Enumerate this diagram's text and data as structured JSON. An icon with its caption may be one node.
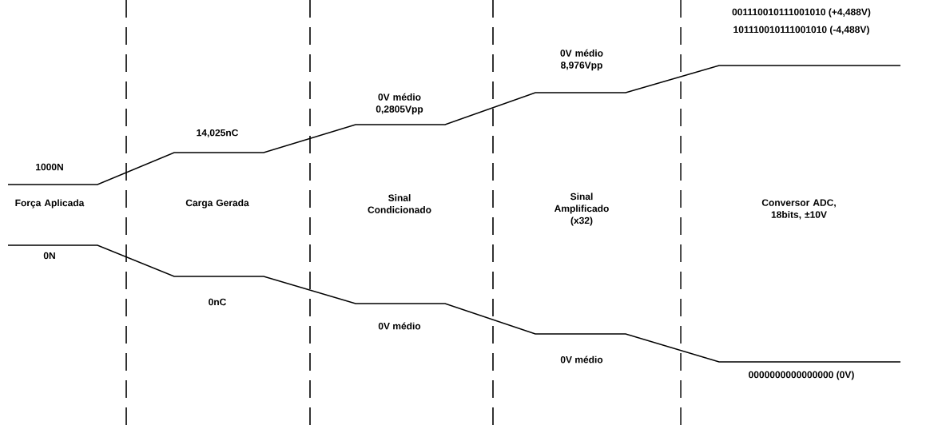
{
  "diagram": {
    "labels": [
      "1000N",
      "Força Aplicada",
      "0N",
      "14,025nC",
      "Carga Gerada",
      "0nC",
      "0V médio 0,2805Vpp",
      "Sinal Condicionado",
      "0V médio",
      "0V médio 8,976Vpp",
      "Sinal Amplificado (x32)",
      "0V médio",
      "001110010111001010 (+4,488V)",
      "101110010111001010 (-4,488V)",
      "Conversor ADC, 18bits, ±10V",
      "0000000000000000 (0V)"
    ]
  }
}
